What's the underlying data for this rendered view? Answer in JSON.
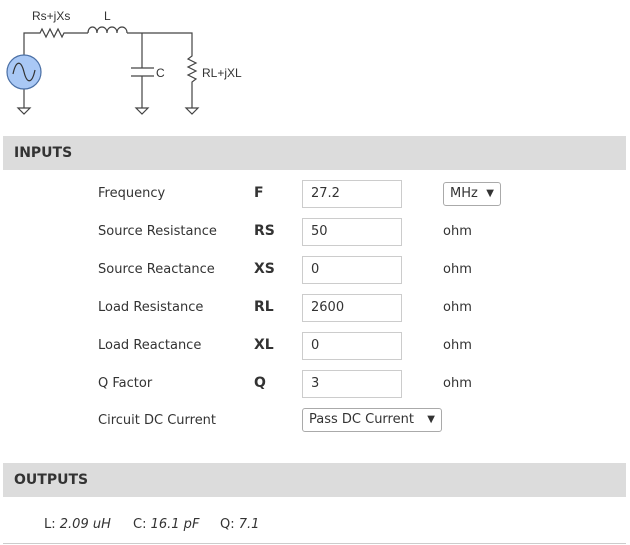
{
  "diagram": {
    "source_label": "Rs+jXs",
    "inductor_label": "L",
    "capacitor_label": "C",
    "load_label": "RL+jXL"
  },
  "inputs": {
    "title": "INPUTS",
    "rows": [
      {
        "label": "Frequency",
        "symbol": "F",
        "value": "27.2",
        "unit": "MHz"
      },
      {
        "label": "Source Resistance",
        "symbol": "RS",
        "value": "50",
        "unit": "ohm"
      },
      {
        "label": "Source Reactance",
        "symbol": "XS",
        "value": "0",
        "unit": "ohm"
      },
      {
        "label": "Load Resistance",
        "symbol": "RL",
        "value": "2600",
        "unit": "ohm"
      },
      {
        "label": "Load Reactance",
        "symbol": "XL",
        "value": "0",
        "unit": "ohm"
      },
      {
        "label": "Q Factor",
        "symbol": "Q",
        "value": "3",
        "unit": "ohm"
      }
    ],
    "dc": {
      "label": "Circuit DC Current",
      "value": "Pass DC Current"
    }
  },
  "outputs": {
    "title": "OUTPUTS",
    "items": [
      {
        "label": "L:",
        "value": "2.09 uH"
      },
      {
        "label": "C:",
        "value": "16.1 pF"
      },
      {
        "label": "Q:",
        "value": "7.1"
      }
    ]
  },
  "colors": {
    "source_fill": "#a9c8f5",
    "bar": "#dcdcdc"
  }
}
